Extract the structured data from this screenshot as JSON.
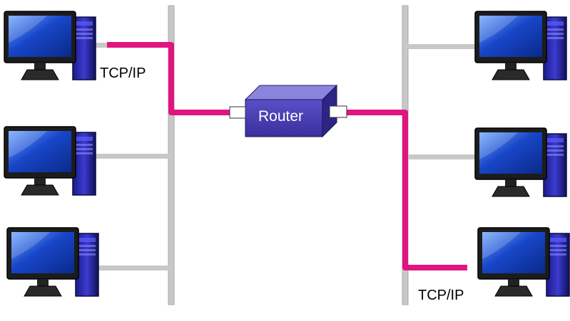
{
  "diagram": {
    "router_label": "Router",
    "left_protocol_label": "TCP/IP",
    "right_protocol_label": "TCP/IP",
    "colors": {
      "active_link": "#e0157f",
      "bus": "#c8c8c8",
      "router_front": "#4b3fb4",
      "router_top": "#8a84dc",
      "router_side": "#2d2585",
      "monitor_screen": "#1846c8",
      "monitor_frame": "#1c1c1c",
      "tower": "#2a2ab0"
    },
    "icons": [
      "computer-icon",
      "router-icon"
    ]
  }
}
